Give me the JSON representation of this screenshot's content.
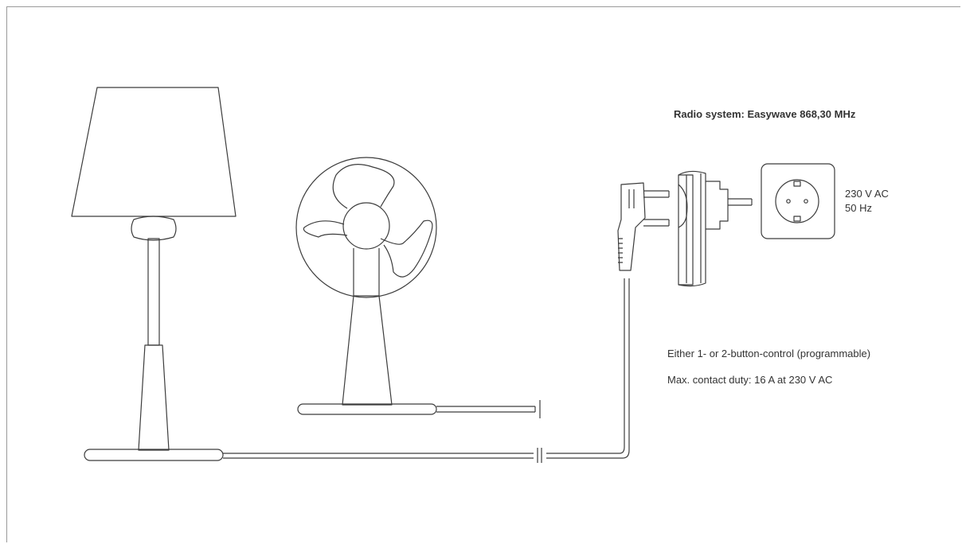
{
  "labels": {
    "radio_system": "Radio system: Easywave 868,30 MHz",
    "voltage": "230 V AC",
    "frequency": "50 Hz",
    "control_mode": "Either 1- or 2-button-control (programmable)",
    "contact_duty": "Max. contact duty: 16 A at 230 V AC"
  },
  "colors": {
    "line": "#3c3c3c",
    "text": "#333333",
    "frame": "#9a9a9a"
  }
}
